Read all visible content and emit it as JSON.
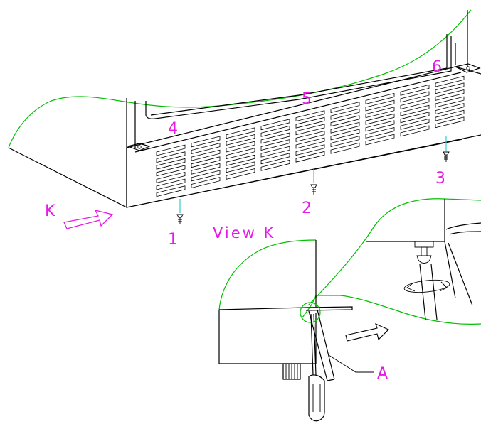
{
  "labels": {
    "k": "K",
    "view_k": "View K",
    "screw_1": "1",
    "screw_2": "2",
    "screw_3": "3",
    "part_4": "4",
    "part_5": "5",
    "part_6": "6",
    "part_a": "A"
  },
  "colors": {
    "label": "#e619e6",
    "outline": "#000000",
    "break_line": "#00c000",
    "leader": "#33cccc"
  }
}
